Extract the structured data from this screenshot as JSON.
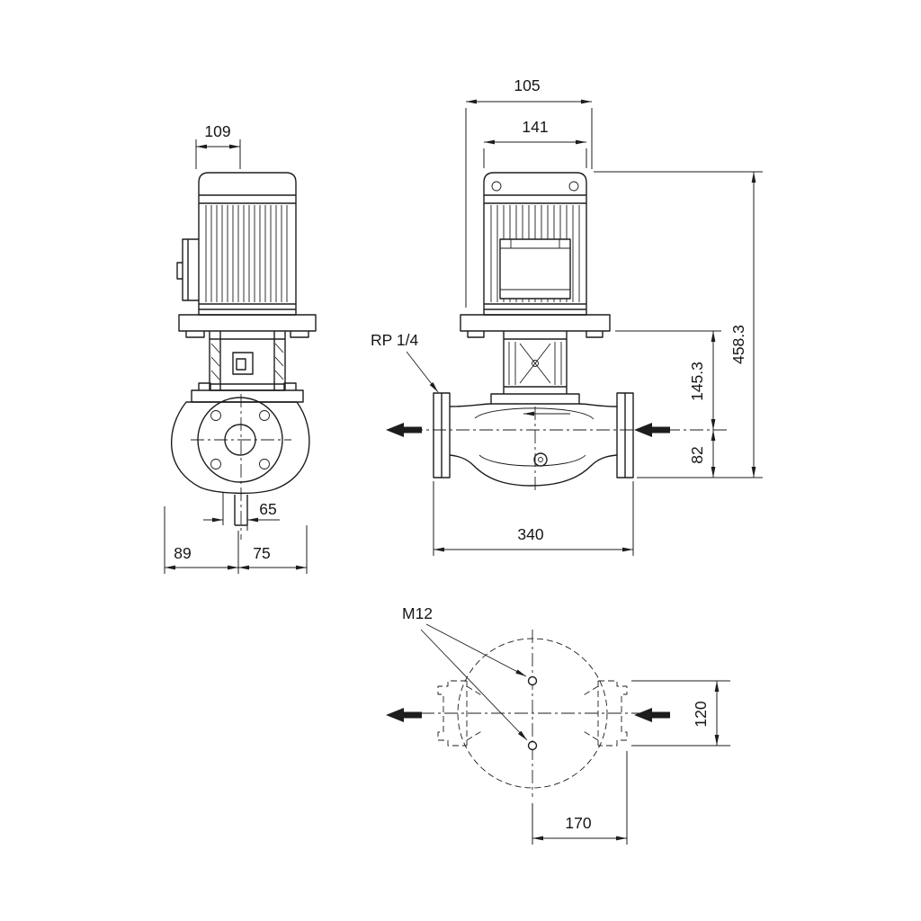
{
  "colors": {
    "line": "#1d1d1d",
    "background": "#ffffff"
  },
  "side_view": {
    "dim_width": "109",
    "dim_port": "65",
    "dim_left": "89",
    "dim_right": "75"
  },
  "front_view": {
    "dim_top_outer": "105",
    "dim_motor_width": "141",
    "dim_total_height": "458.3",
    "dim_mid_height": "145.3",
    "dim_port_height": "82",
    "dim_port_span": "340",
    "tapping_label": "RP 1/4"
  },
  "plan_view": {
    "thread_label": "M12",
    "dim_hole_span": "120",
    "dim_center_to_face": "170"
  }
}
